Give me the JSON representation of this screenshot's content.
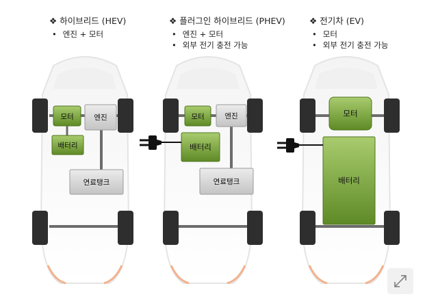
{
  "columns": [
    {
      "id": "hev",
      "heading": "하이브리드 (HEV)",
      "bullets": [
        "엔진 + 모터"
      ],
      "labels": {
        "motor": "모터",
        "engine": "엔진",
        "battery": "배터리",
        "fuel_tank": "연료탱크"
      }
    },
    {
      "id": "phev",
      "heading": "플러그인 하이브리드 (PHEV)",
      "bullets": [
        "엔진 + 모터",
        "외부 전기 충전 가능"
      ],
      "labels": {
        "motor": "모터",
        "engine": "엔진",
        "battery": "배터리",
        "fuel_tank": "연료탱크"
      }
    },
    {
      "id": "ev",
      "heading": "전기차 (EV)",
      "bullets": [
        "모터",
        "외부 전기 충전 가능"
      ],
      "labels": {
        "motor": "모터",
        "battery": "배터리"
      }
    }
  ],
  "colors": {
    "green_component": "#6f9a32",
    "green_light": "#b9d58c",
    "gray_component": "#d2d2d2",
    "axle": "#6c6c6c",
    "tire": "#2e2e2e",
    "car_outline": "#e6e6e6"
  },
  "icons": {
    "bullet_marker": "diamond-icon",
    "charge": "plug-icon",
    "expand": "expand-icon"
  }
}
